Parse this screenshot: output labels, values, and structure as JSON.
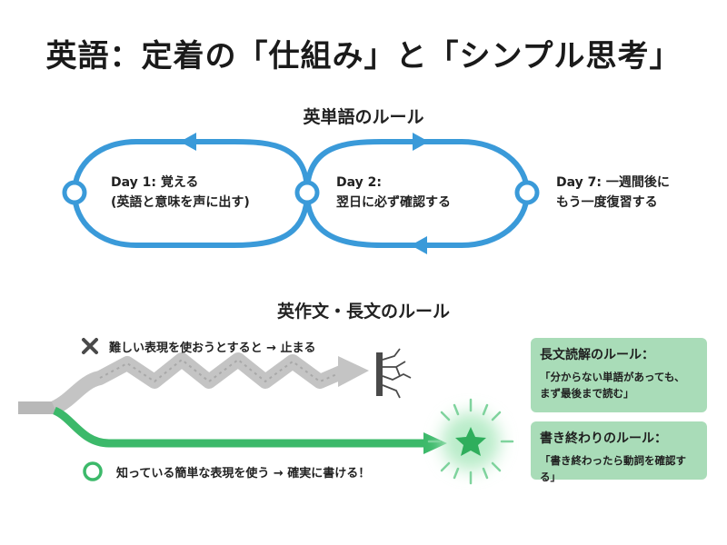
{
  "title": "英語：定着の「仕組み」と「シンプル思考」",
  "vocab_section": {
    "title": "英単語のルール",
    "day1": [
      "Day 1: 覚える",
      "(英語と意味を声に出す)"
    ],
    "day2": [
      "Day 2:",
      "翌日に必ず確認する"
    ],
    "day7": [
      "Day 7: 一週間後に",
      "もう一度復習する"
    ]
  },
  "writing_section": {
    "title": "英作文・長文のルール",
    "bad_path": {
      "mark": "✕",
      "text": "難しい表現を使おうとすると → 止まる"
    },
    "good_path": {
      "mark": "○",
      "text": "知っている簡単な表現を使う → 確実に書ける！"
    }
  },
  "reading_rule": {
    "title": "長文読解のルール：",
    "body": [
      "「分からない単語があっても、",
      "まず最後まで読む」"
    ]
  },
  "writing_rule": {
    "title": "書き終わりのルール：",
    "body": "「書き終わったら動詞を確認する」"
  },
  "colors": {
    "loop_blue": "#3a9ad9",
    "good_green": "#3cb96a",
    "bad_gray": "#b8b8b8",
    "rule_box": "#a9dcb8"
  },
  "icons": {
    "bad_mark": "x-icon",
    "good_mark": "circle-icon",
    "wall": "cracked-wall-icon",
    "goal": "star-icon"
  }
}
